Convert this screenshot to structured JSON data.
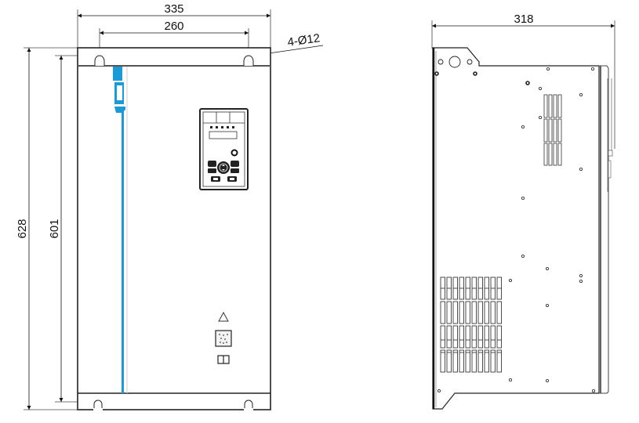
{
  "front_view": {
    "dimensions": {
      "overall_width": "335",
      "mounting_width": "260",
      "mounting_hole": "4-Ø12",
      "overall_height": "628",
      "mounting_height": "601"
    },
    "accent_stripe_color": "#1a9ad6",
    "keypad": {
      "indicator_count": 5,
      "has_display": true,
      "has_knob": true
    },
    "labels": {
      "warning_icon": "warning-triangle",
      "qr_code_icon": "qr-code",
      "manual_icon": "book"
    }
  },
  "side_view": {
    "dimensions": {
      "overall_depth": "318"
    },
    "vent_groups": [
      "upper-vents",
      "lower-vents"
    ]
  }
}
